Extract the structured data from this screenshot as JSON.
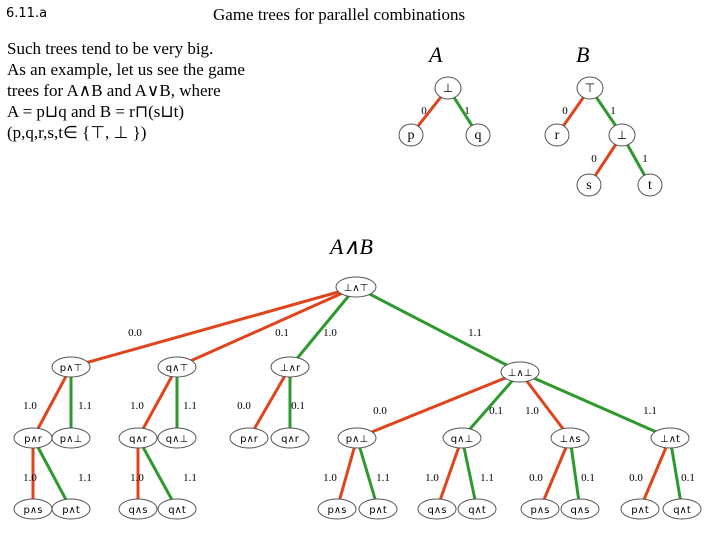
{
  "slide_number": "6.11.a",
  "title": "Game trees for parallel combinations",
  "intro_lines": [
    "Such trees tend to be very big.",
    "As an example, let us see the game",
    "trees for A∧B and A∨B, where",
    "A = p⊔q and B = r⊓(s⊔t)",
    "(p,q,r,s,t∈ {⊤, ⊥ })"
  ],
  "labels": {
    "A": "A",
    "B": "B",
    "AandB": "A∧B"
  },
  "colors": {
    "red_edge": "#e0441c",
    "green_edge": "#2e9a2e",
    "node_border": "#555555"
  },
  "tree_A": {
    "root": "⊥",
    "children": [
      "p",
      "q"
    ],
    "edge_labels": [
      "0",
      "1"
    ]
  },
  "tree_B": {
    "root": "⊤",
    "children": [
      "r",
      "⊥"
    ],
    "edge_labels": [
      "0",
      "1"
    ],
    "sub": {
      "children": [
        "s",
        "t"
      ],
      "edge_labels": [
        "0",
        "1"
      ]
    }
  },
  "tree_AB": {
    "root": "⊥∧⊤",
    "level1": {
      "nodes": [
        "p∧⊤",
        "q∧⊤",
        "⊥∧r",
        "⊥∧⊥"
      ],
      "edge_labels": [
        "0.0",
        "0.1",
        "1.0",
        "1.1"
      ]
    },
    "level2": {
      "nodes": [
        "p∧r",
        "p∧⊥",
        "q∧r",
        "q∧⊥",
        "p∧r",
        "q∧r",
        "p∧⊥",
        "q∧⊥",
        "⊥∧s",
        "⊥∧t"
      ],
      "edge_labels": [
        "1.0",
        "1.1",
        "1.0",
        "1.1",
        "0.0",
        "0.1",
        "0.0",
        "0.1",
        "1.0",
        "1.1"
      ]
    },
    "level3": {
      "nodes": [
        "p∧s",
        "p∧t",
        "q∧s",
        "q∧t",
        "p∧s",
        "p∧t",
        "q∧s",
        "q∧t",
        "p∧s",
        "q∧s",
        "p∧t",
        "q∧t"
      ],
      "edge_labels": [
        "1.0",
        "1.1",
        "1.0",
        "1.1",
        "1.0",
        "1.1",
        "1.0",
        "1.1",
        "0.0",
        "0.1",
        "0.0",
        "0.1"
      ]
    }
  }
}
